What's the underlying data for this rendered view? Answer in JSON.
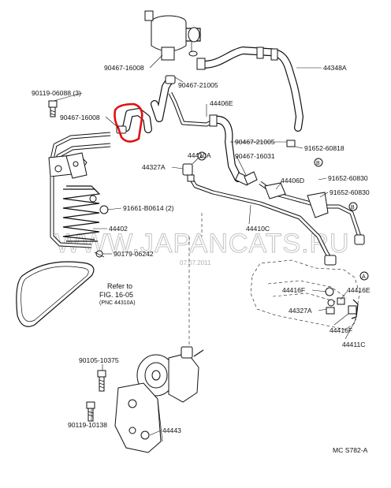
{
  "labels": {
    "p44348a": "44348A",
    "p90467_16008_top": "90467-16008",
    "p90467_21005_top": "90467-21005",
    "p90119_06088": "90119-06088 (3)",
    "p90467_16008_mid": "90467-16008",
    "p44406e": "44406E",
    "p90467_21005_mid": "90467-21005",
    "p91652_60818": "91652-60818",
    "p44410a": "44410A",
    "p90467_16031": "90467-16031",
    "p44327a_top": "44327A",
    "p44406d": "44406D",
    "p91652_60830_a": "91652-60830",
    "p91652_60830_b": "91652-60830",
    "p91661_b0614": "91661-B0614 (2)",
    "p44402": "44402",
    "p44410c": "44410C",
    "p90179_06242": "90179-06242",
    "p44416f_left": "44416F",
    "p44416e": "44416E",
    "p44327a_bot": "44327A",
    "p44416f_right": "44416F",
    "p44411c": "44411C",
    "p90105_10375": "90105-10375",
    "p90119_10138": "90119-10138",
    "p44443": "44443"
  },
  "callouts": {
    "a": "A",
    "b": "B"
  },
  "reference": {
    "line1": "Refer to",
    "line2": "FIG. 16-05",
    "line3": "(PNC 44310A)"
  },
  "watermark": {
    "site": "WWW.JAPANCATS.RU",
    "date": "07.07.2011"
  },
  "figure_code": "MC S782-A",
  "highlight_color": "#e01010"
}
